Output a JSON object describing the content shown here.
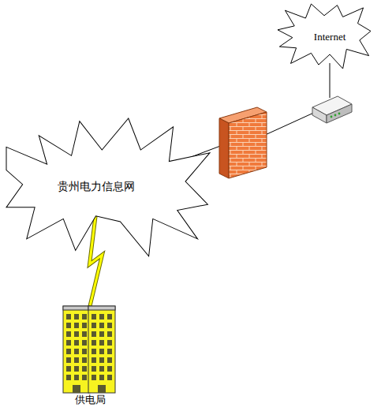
{
  "diagram": {
    "nodes": [
      {
        "text": [
          "Internet"
        ]
      },
      {
        "text": [
          "贵州电力信息网"
        ]
      },
      {
        "text": [
          "供电局"
        ]
      }
    ],
    "edges": [
      {
        "from": 1,
        "to": 2,
        "arrow": "none"
      }
    ]
  }
}
